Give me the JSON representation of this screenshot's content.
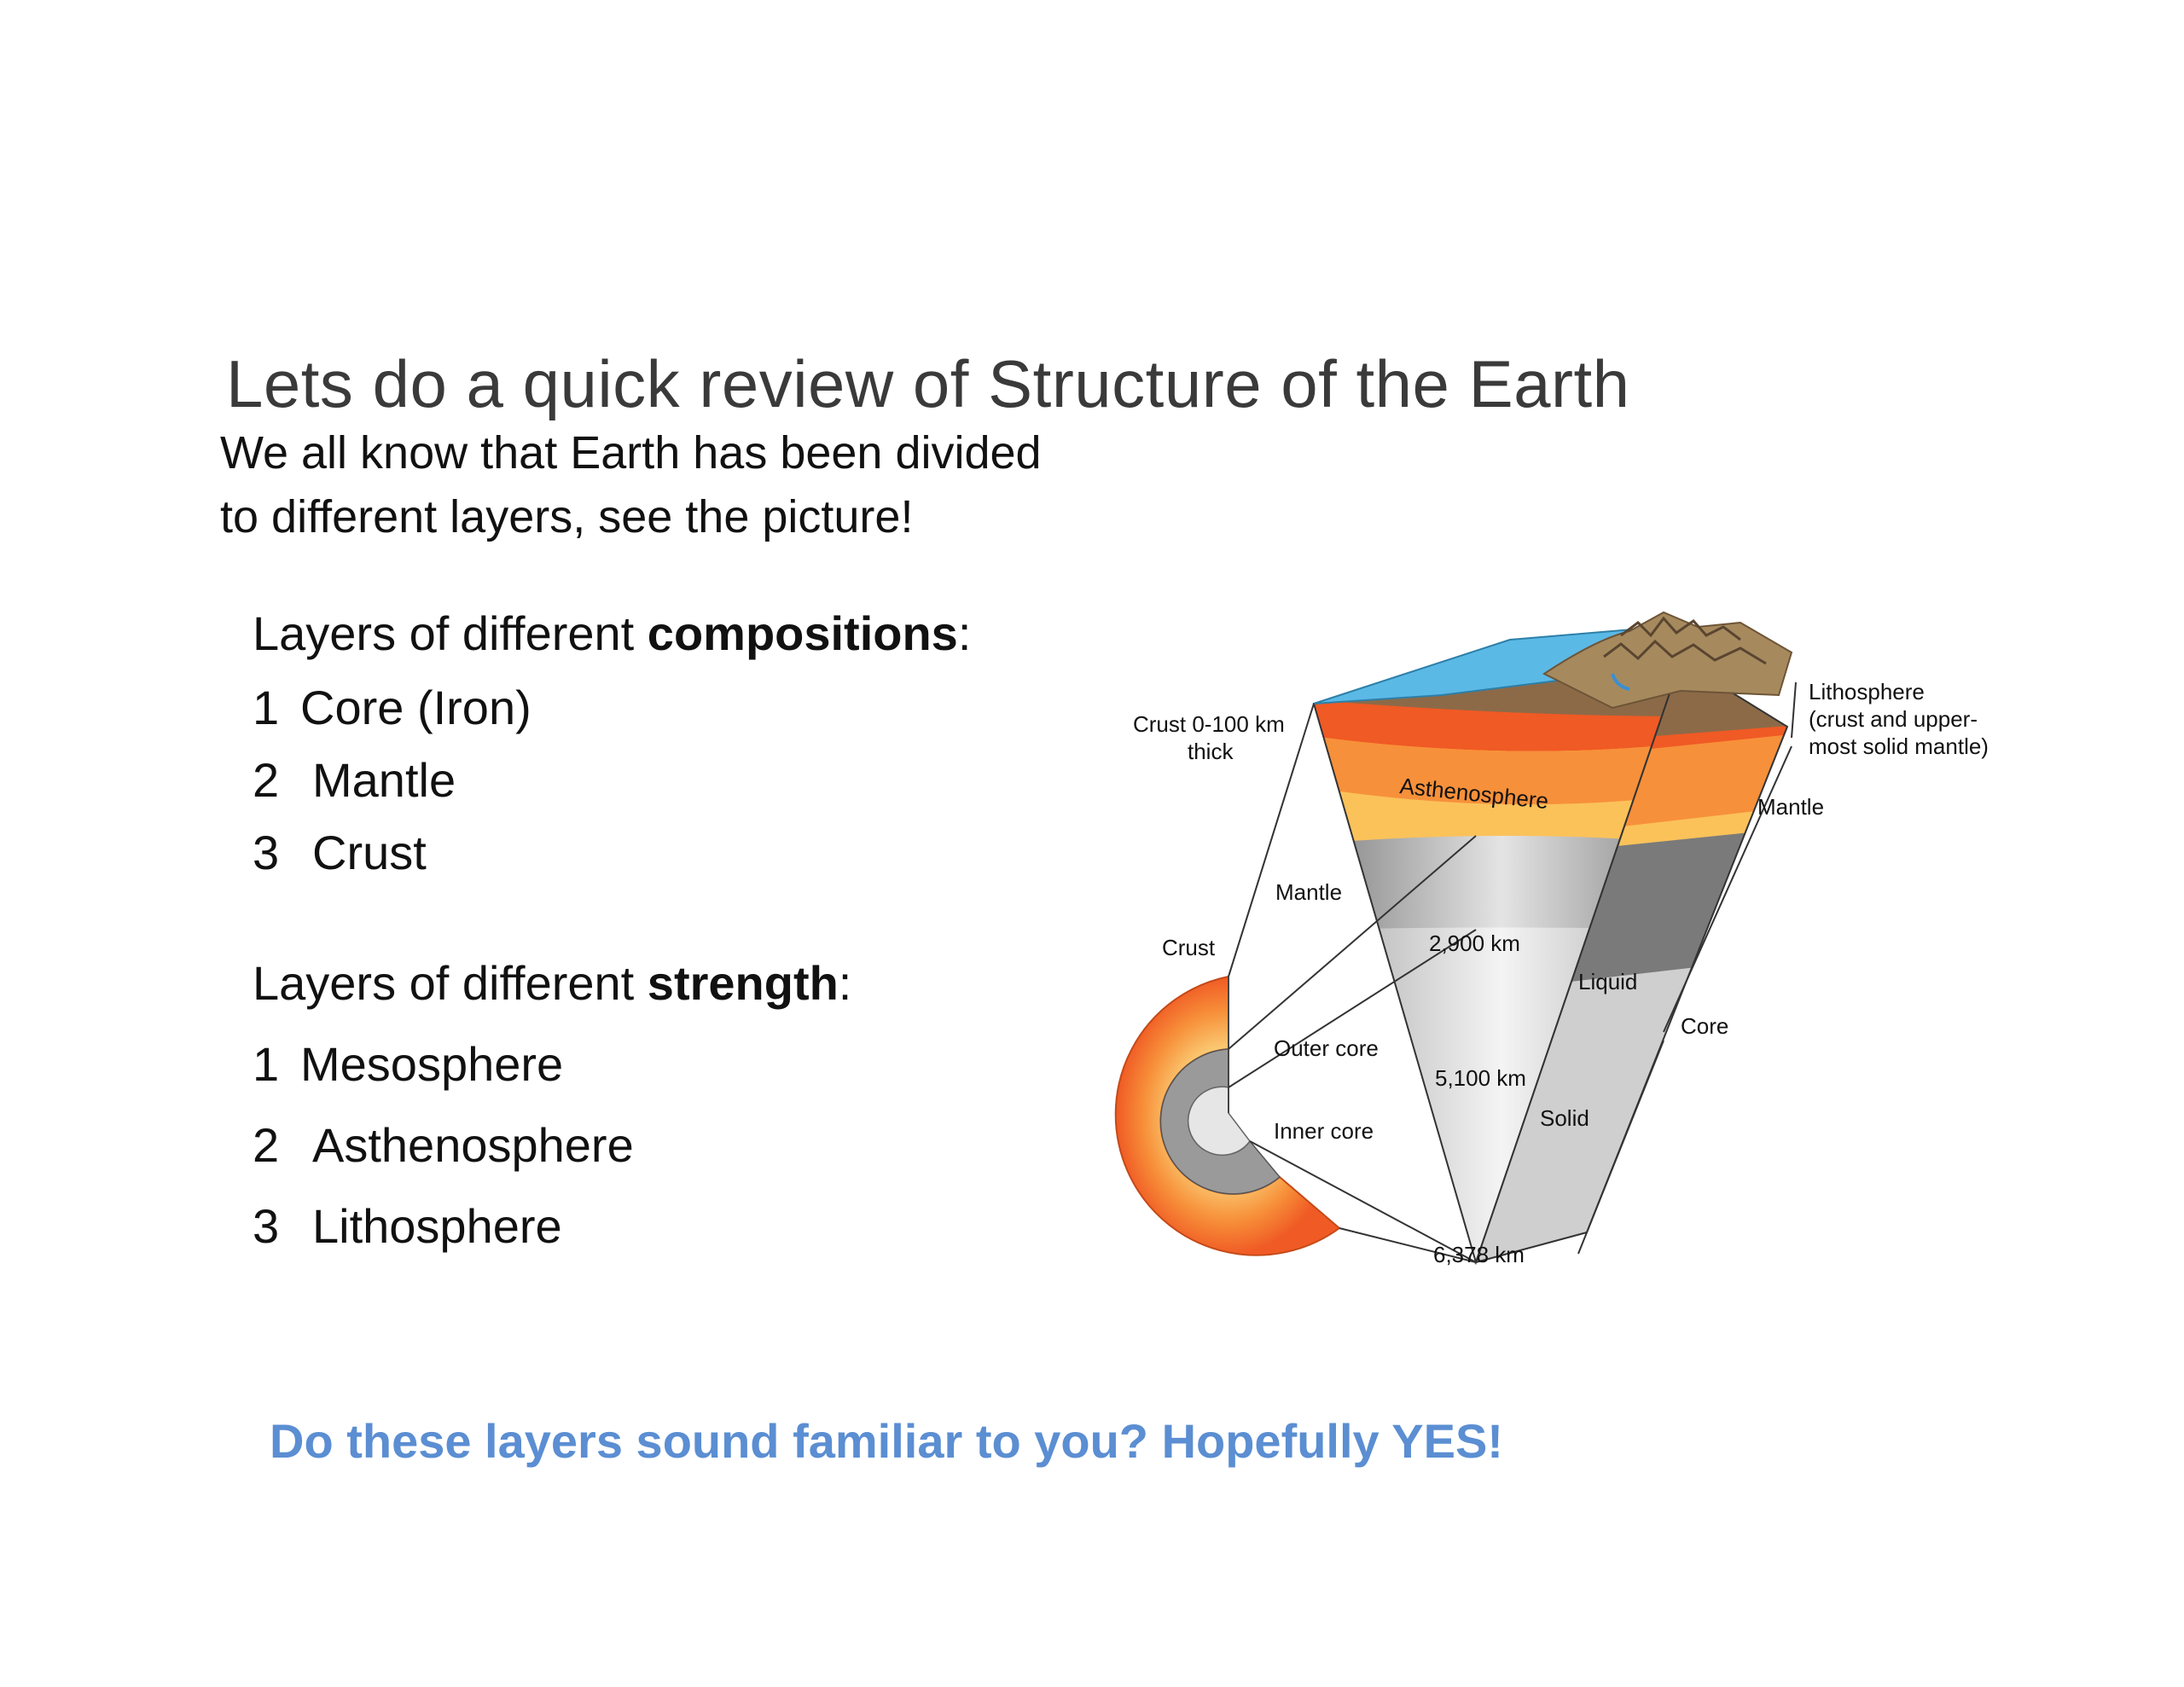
{
  "slide": {
    "title": "Lets do a quick review of Structure of the Earth",
    "intro_line1": "We all know that Earth has been divided",
    "intro_line2": "to different layers, see the picture!",
    "compositions": {
      "heading_prefix": "Layers of different ",
      "heading_bold": "compositions",
      "heading_suffix": ":",
      "items": [
        {
          "num": "1",
          "label": "Core (Iron)"
        },
        {
          "num": "2",
          "label": "Mantle"
        },
        {
          "num": "3",
          "label": "Crust"
        }
      ]
    },
    "strength": {
      "heading_prefix": "Layers of different ",
      "heading_bold": "strength",
      "heading_suffix": ":",
      "items": [
        {
          "num": "1",
          "label": "Mesosphere"
        },
        {
          "num": "2",
          "label": "Asthenosphere"
        },
        {
          "num": "3",
          "label": "Lithosphere"
        }
      ]
    },
    "footer": "Do these layers sound familiar to you? Hopefully YES!"
  },
  "diagram": {
    "labels": {
      "crust_thick_line1": "Crust 0-100 km",
      "crust_thick_line2": "thick",
      "asthenosphere": "Asthenosphere",
      "lithosphere_line1": "Lithosphere",
      "lithosphere_line2": "(crust and upper-",
      "lithosphere_line3": "most solid mantle)",
      "mantle_right": "Mantle",
      "mantle_left": "Mantle",
      "crust_left": "Crust",
      "depth_2900": "2,900 km",
      "liquid": "Liquid",
      "core": "Core",
      "outer_core": "Outer core",
      "depth_5100": "5,100 km",
      "solid": "Solid",
      "inner_core": "Inner core",
      "depth_6378": "6,378 km"
    },
    "colors": {
      "ocean": "#5bb9e6",
      "land": "#a68a5e",
      "asthenosphere": "#f05a24",
      "upper_mantle": "#f7903a",
      "lower_mantle": "#fbc25a",
      "outer_core": "#b8b8b8",
      "inner_core": "#dcdcdc"
    }
  }
}
